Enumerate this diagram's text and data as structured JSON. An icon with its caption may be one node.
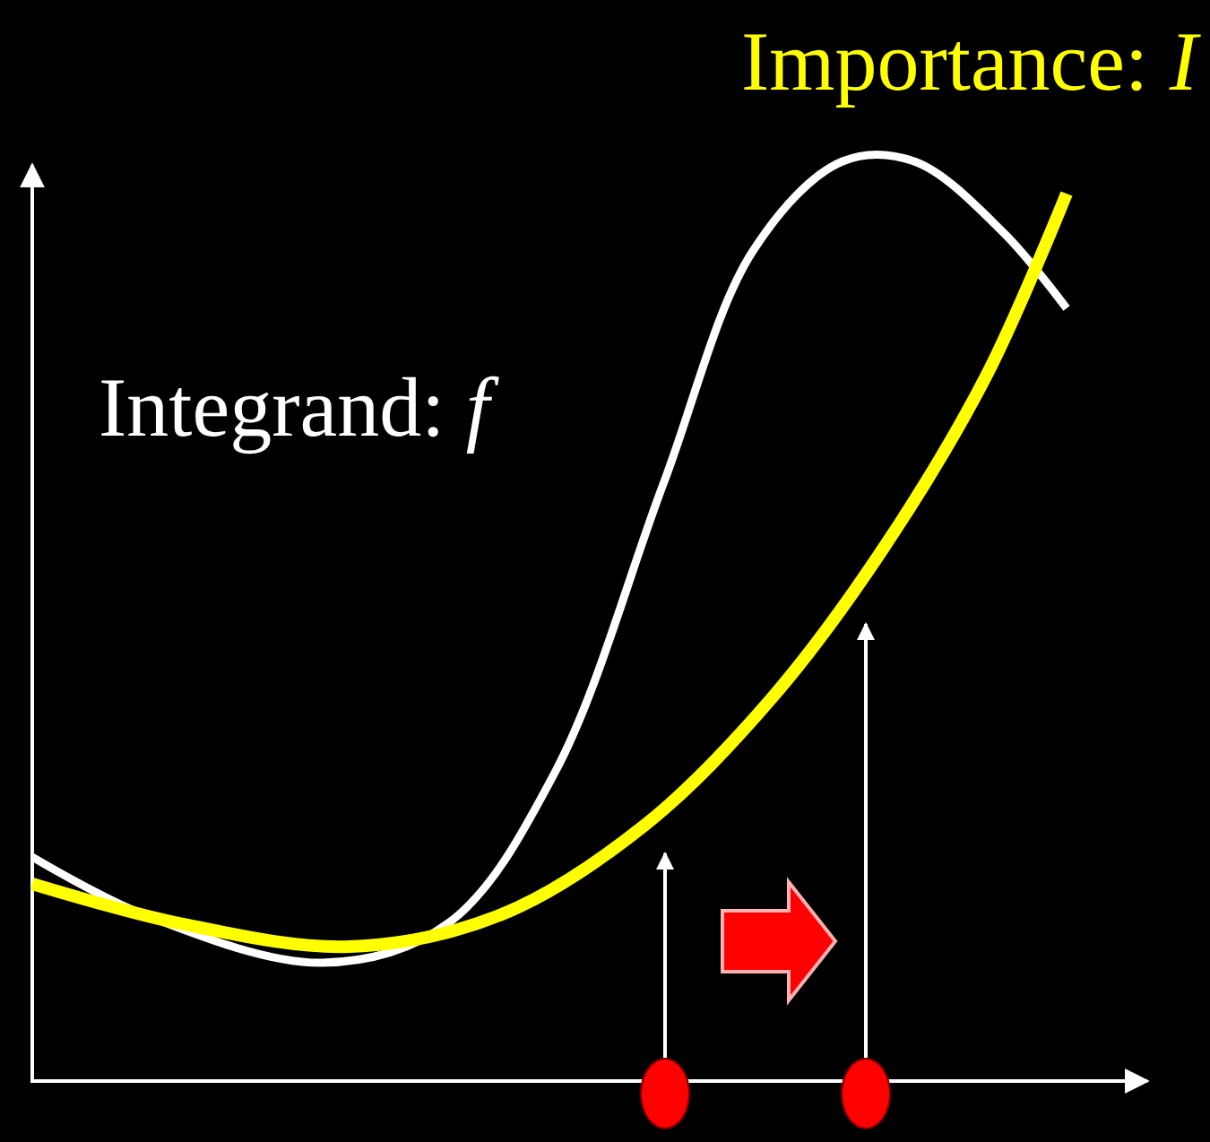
{
  "diagram": {
    "nodes": [
      {
        "text": [],
        "shape": "circle"
      },
      {
        "text": [],
        "shape": "circle"
      }
    ],
    "edges": [
      {
        "from": 0,
        "to": null,
        "arrow": "to"
      },
      {
        "from": 1,
        "to": null,
        "arrow": "to"
      }
    ],
    "labels": [
      "Importance: *I*",
      "Integrand: *f*"
    ]
  }
}
